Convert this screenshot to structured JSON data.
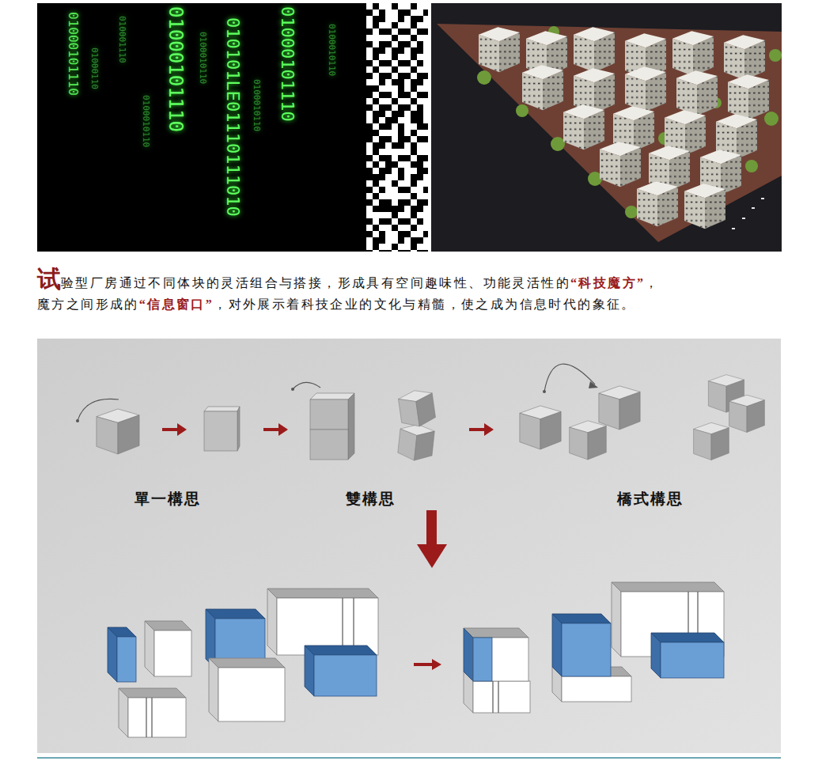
{
  "diagram": {
    "labels": [
      "01000101110",
      "01000110",
      "010001110",
      "0100010110",
      "01000101110",
      "0100010110",
      "010101LE01110111010",
      "0100010110",
      "01000101110",
      "0100010110",
      "试",
      "验型厂房通过不同体块的灵活组合与搭接，形成具有空间趣味性、功能灵活性的",
      "“科技魔方”",
      "，",
      "魔方之间形成的",
      "“信息窗口”",
      "，对外展示着科技企业的文化与精髓，使之成为信息时代的象征。",
      "單一構思",
      "雙構思",
      "橋式構思"
    ]
  }
}
